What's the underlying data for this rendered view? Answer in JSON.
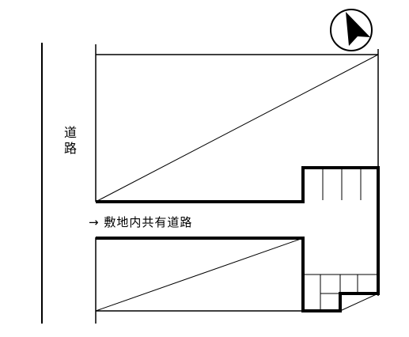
{
  "road_label_chars": [
    "道",
    "路"
  ],
  "shared_road": {
    "arrow": "→",
    "label": "敷地内共有道路"
  },
  "compass": {
    "icon": "north-arrow-icon"
  }
}
